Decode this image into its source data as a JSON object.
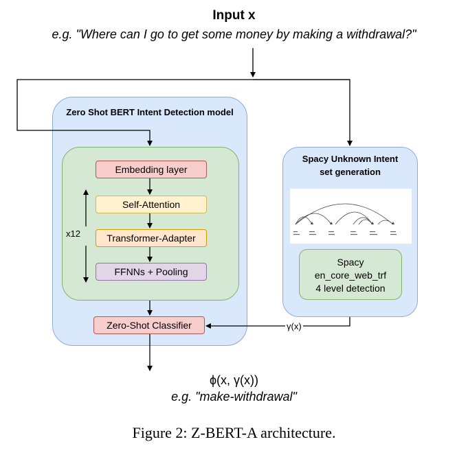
{
  "input": {
    "title": "Input x",
    "example": "e.g. \"Where can I go to get some money by making a withdrawal?\""
  },
  "main_model": {
    "title": "Zero Shot BERT Intent Detection model",
    "layers": {
      "embedding": "Embedding layer",
      "self_attention": "Self-Attention",
      "transformer_adapter": "Transformer-Adapter",
      "ffnn_pooling": "FFNNs + Pooling"
    },
    "repeat_label": "x12",
    "classifier": "Zero-Shot Classifier"
  },
  "spacy_module": {
    "title_line1": "Spacy Unknown Intent",
    "title_line2": "set generation",
    "box_line1": "Spacy",
    "box_line2": "en_core_web_trf",
    "box_line3": "4 level detection"
  },
  "edge_label": "γ(x)",
  "output": {
    "formula": "ϕ(x, γ(x))",
    "example": "e.g. \"make-withdrawal\""
  },
  "caption": "Figure 2: Z-BERT-A architecture.",
  "colors": {
    "blue_fill": "#dae8fc",
    "green_fill": "#d5e8d4",
    "red_fill": "#f8cecc",
    "yellow_fill": "#fff2cc",
    "orange_fill": "#ffe6cc",
    "purple_fill": "#e1d5e7"
  }
}
